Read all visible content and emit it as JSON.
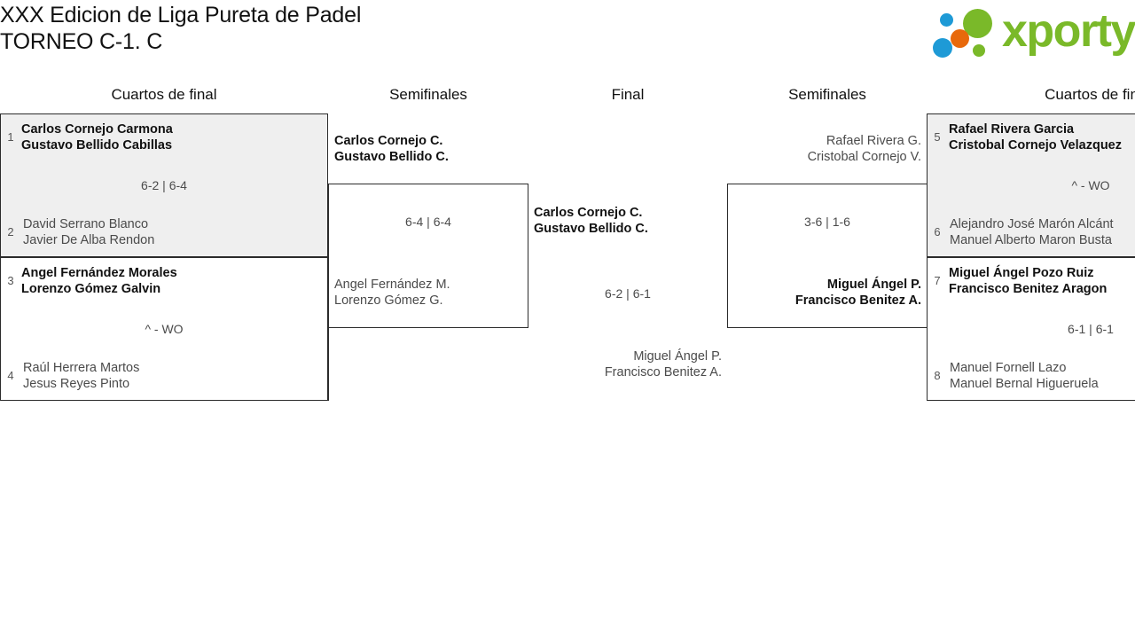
{
  "header": {
    "title_line1": "XXX Edicion de Liga Pureta de Padel",
    "title_line2": "TORNEO C-1. C",
    "logo_text": "xporty"
  },
  "rounds": {
    "qf_left": "Cuartos de final",
    "sf_left": "Semifinales",
    "final": "Final",
    "sf_right": "Semifinales",
    "qf_right": "Cuartos de fin"
  },
  "matches": {
    "qf1": {
      "seed_top": "1",
      "top_p1": "Carlos Cornejo Carmona",
      "top_p2": "Gustavo Bellido Cabillas",
      "score": "6-2 | 6-4",
      "seed_bottom": "2",
      "bottom_p1": "David Serrano Blanco",
      "bottom_p2": "Javier De Alba Rendon"
    },
    "qf2": {
      "seed_top": "3",
      "top_p1": "Angel Fernández Morales",
      "top_p2": "Lorenzo Gómez Galvin",
      "score": "^ - WO",
      "seed_bottom": "4",
      "bottom_p1": "Raúl Herrera Martos",
      "bottom_p2": "Jesus Reyes Pinto"
    },
    "qf3": {
      "seed_top": "5",
      "top_p1": "Rafael Rivera Garcia",
      "top_p2": "Cristobal Cornejo Velazquez",
      "score": "^ - WO",
      "seed_bottom": "6",
      "bottom_p1": "Alejandro José Marón Alcánt",
      "bottom_p2": "Manuel Alberto Maron Busta"
    },
    "qf4": {
      "seed_top": "7",
      "top_p1": "Miguel Ángel Pozo Ruiz",
      "top_p2": "Francisco Benitez Aragon",
      "score": "6-1 | 6-1",
      "seed_bottom": "8",
      "bottom_p1": "Manuel Fornell Lazo",
      "bottom_p2": "Manuel Bernal Higueruela"
    },
    "sf_left": {
      "top_p1": "Carlos Cornejo C.",
      "top_p2": "Gustavo Bellido C.",
      "score": "6-4 | 6-4",
      "bottom_p1": "Angel Fernández M.",
      "bottom_p2": "Lorenzo Gómez G."
    },
    "sf_right": {
      "top_p1": "Rafael Rivera G.",
      "top_p2": "Cristobal Cornejo V.",
      "score": "3-6 | 1-6",
      "bottom_p1": "Miguel Ángel P.",
      "bottom_p2": "Francisco Benitez A."
    },
    "final": {
      "top_p1": "Carlos Cornejo C.",
      "top_p2": "Gustavo Bellido C.",
      "score": "6-2 | 6-1",
      "bottom_p1": "Miguel Ángel P.",
      "bottom_p2": "Francisco Benitez A."
    }
  },
  "colors": {
    "brand_green": "#7ab929",
    "brand_blue": "#1e9ad6",
    "brand_orange": "#e8690b",
    "box_shaded": "#efefef",
    "border": "#2b2b2b"
  }
}
